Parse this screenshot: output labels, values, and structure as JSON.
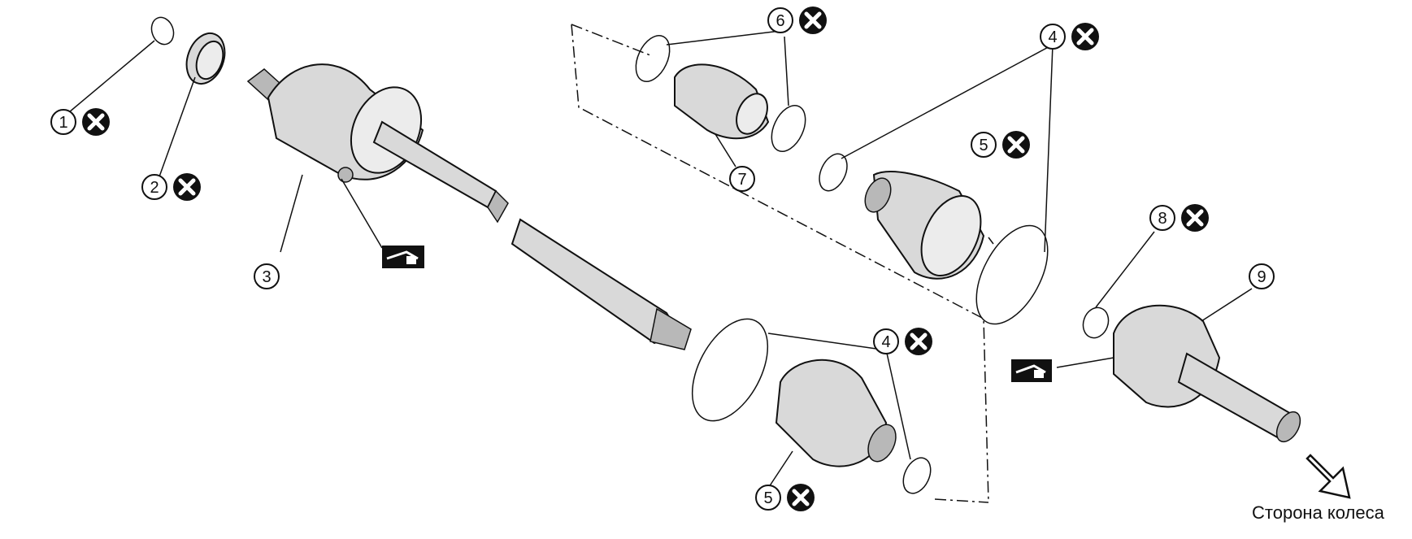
{
  "callouts": [
    {
      "num": "1",
      "discard": true
    },
    {
      "num": "2",
      "discard": true
    },
    {
      "num": "3",
      "discard": false
    },
    {
      "num": "4",
      "discard": true
    },
    {
      "num": "4",
      "discard": true
    },
    {
      "num": "5",
      "discard": true
    },
    {
      "num": "5",
      "discard": true
    },
    {
      "num": "6",
      "discard": true
    },
    {
      "num": "7",
      "discard": false
    },
    {
      "num": "8",
      "discard": true
    },
    {
      "num": "9",
      "discard": false
    }
  ],
  "wheel_side_label": "Сторона колеса",
  "icons": {
    "discard": "x-circle-icon",
    "grease": "grease-gun-icon",
    "direction": "arrow-icon"
  }
}
